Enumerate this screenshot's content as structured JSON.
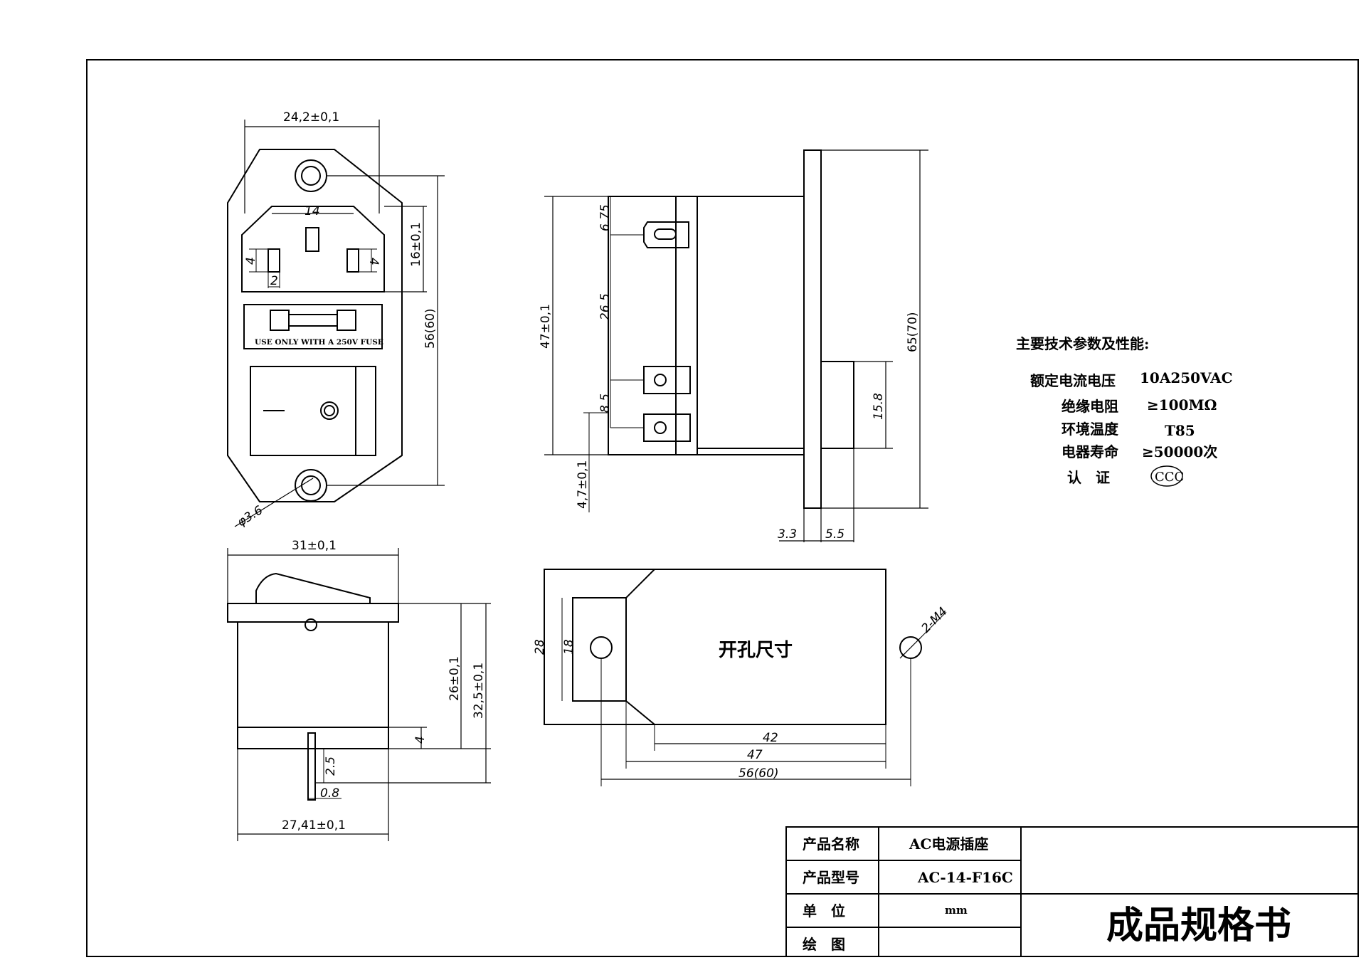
{
  "top_view": {
    "width_dim": "24,2±0,1",
    "socket_pitch": "14",
    "height_dim": "16±0,1",
    "overall_height": "56(60)",
    "pin_h_left": "4",
    "pin_h_right": "4",
    "pin_w": "2",
    "fuse_text": "USE ONLY WITH A 250V FUSE",
    "hole_dia": "φ3.6"
  },
  "side_view": {
    "total_height": "47±0,1",
    "dim_top": "6.75",
    "dim_mid": "26.5",
    "dim_low": "8.5",
    "dim_bottom": "4,7±0,1",
    "plate_height": "65(70)",
    "boss_height": "15.8",
    "plate_thick": "3.3",
    "boss_width": "5.5"
  },
  "front_view": {
    "width_top": "31±0,1",
    "height_a": "26±0,1",
    "height_b": "32,5±0,1",
    "step": "4",
    "pin_len": "2.5",
    "pin_thick": "0.8",
    "width_bottom": "27,41±0,1"
  },
  "cutout": {
    "label": "开孔尺寸",
    "height": "28",
    "inner_h": "18",
    "w1": "42",
    "w2": "47",
    "w3": "56(60)",
    "screw": "2-M4"
  },
  "specs": {
    "title": "主要技术参数及性能:",
    "rows": [
      {
        "label": "额定电流电压",
        "value": "10A250VAC"
      },
      {
        "label": "绝缘电阻",
        "value": "≥100MΩ"
      },
      {
        "label": "环境温度",
        "value": "T85"
      },
      {
        "label": "电器寿命",
        "value": "≥50000次"
      },
      {
        "label": "认　证",
        "value": "CCC"
      }
    ]
  },
  "title_block": {
    "rows": [
      {
        "label": "产品名称",
        "value": "AC电源插座"
      },
      {
        "label": "产品型号",
        "value": "AC-14-F16C"
      },
      {
        "label": "单　位",
        "value": "mm"
      },
      {
        "label": "绘　图",
        "value": ""
      }
    ],
    "doc_title": "成品规格书"
  }
}
